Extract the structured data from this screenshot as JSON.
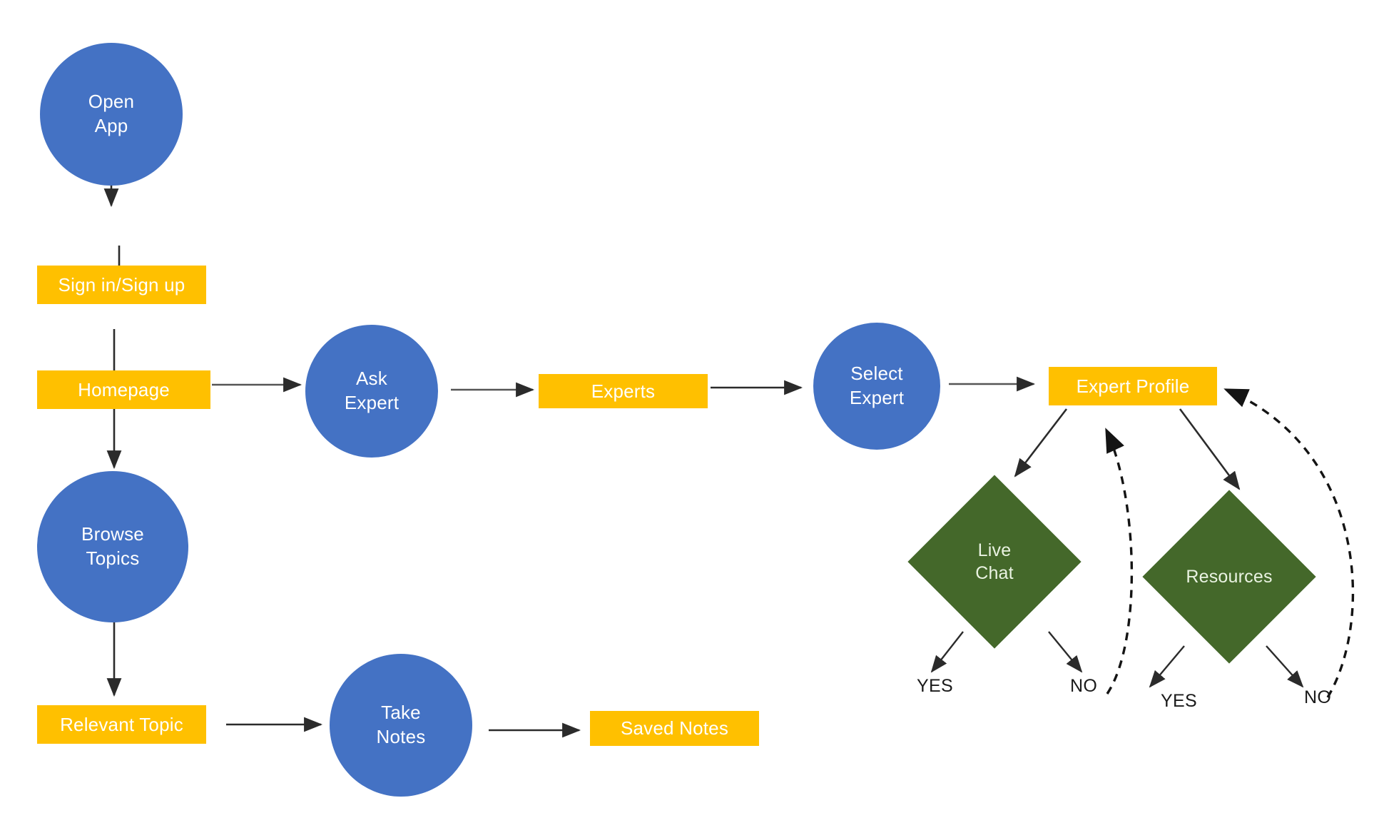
{
  "diagram": {
    "title": "App User Flow Flowchart",
    "background": "#ffffff",
    "palette": {
      "blue": "#4472C4",
      "yellow": "#FFC000",
      "green": "#44682A",
      "arrow": "#2b2b2b",
      "node_text": "#ffffff",
      "label_text": "#1a1a1a"
    }
  },
  "nodes": {
    "open_app": "Open\nApp",
    "open_app_line1": "Open",
    "open_app_line2": "App",
    "sign_in_sign_up": "Sign in/Sign up",
    "homepage": "Homepage",
    "browse_topics_line1": "Browse",
    "browse_topics_line2": "Topics",
    "relevant_topic": "Relevant Topic",
    "ask_expert_line1": "Ask",
    "ask_expert_line2": "Expert",
    "experts": "Experts",
    "select_expert_line1": "Select",
    "select_expert_line2": "Expert",
    "expert_profile": "Expert Profile",
    "take_notes_line1": "Take",
    "take_notes_line2": "Notes",
    "saved_notes": "Saved Notes",
    "live_chat_line1": "Live",
    "live_chat_line2": "Chat",
    "resources": "Resources"
  },
  "branch_labels": {
    "live_chat_yes": "YES",
    "live_chat_no": "NO",
    "resources_yes": "YES",
    "resources_no": "NO"
  },
  "edges": [
    {
      "from": "open_app",
      "to": "sign_in_sign_up",
      "style": "solid"
    },
    {
      "from": "sign_in_sign_up",
      "to": "homepage",
      "style": "solid"
    },
    {
      "from": "homepage",
      "to": "browse_topics",
      "style": "solid"
    },
    {
      "from": "homepage",
      "to": "ask_expert",
      "style": "solid"
    },
    {
      "from": "ask_expert",
      "to": "experts",
      "style": "solid"
    },
    {
      "from": "experts",
      "to": "select_expert",
      "style": "solid"
    },
    {
      "from": "select_expert",
      "to": "expert_profile",
      "style": "solid"
    },
    {
      "from": "browse_topics",
      "to": "relevant_topic",
      "style": "solid"
    },
    {
      "from": "relevant_topic",
      "to": "take_notes",
      "style": "solid"
    },
    {
      "from": "take_notes",
      "to": "saved_notes",
      "style": "solid"
    },
    {
      "from": "expert_profile",
      "to": "live_chat",
      "style": "solid"
    },
    {
      "from": "expert_profile",
      "to": "resources",
      "style": "solid"
    },
    {
      "from": "live_chat",
      "to": "live_chat_yes",
      "style": "solid"
    },
    {
      "from": "live_chat",
      "to": "live_chat_no",
      "style": "solid"
    },
    {
      "from": "resources",
      "to": "resources_yes",
      "style": "solid"
    },
    {
      "from": "resources",
      "to": "resources_no",
      "style": "solid"
    },
    {
      "from": "live_chat_no",
      "to": "expert_profile",
      "style": "dashed"
    },
    {
      "from": "resources_no",
      "to": "expert_profile",
      "style": "dashed"
    }
  ]
}
